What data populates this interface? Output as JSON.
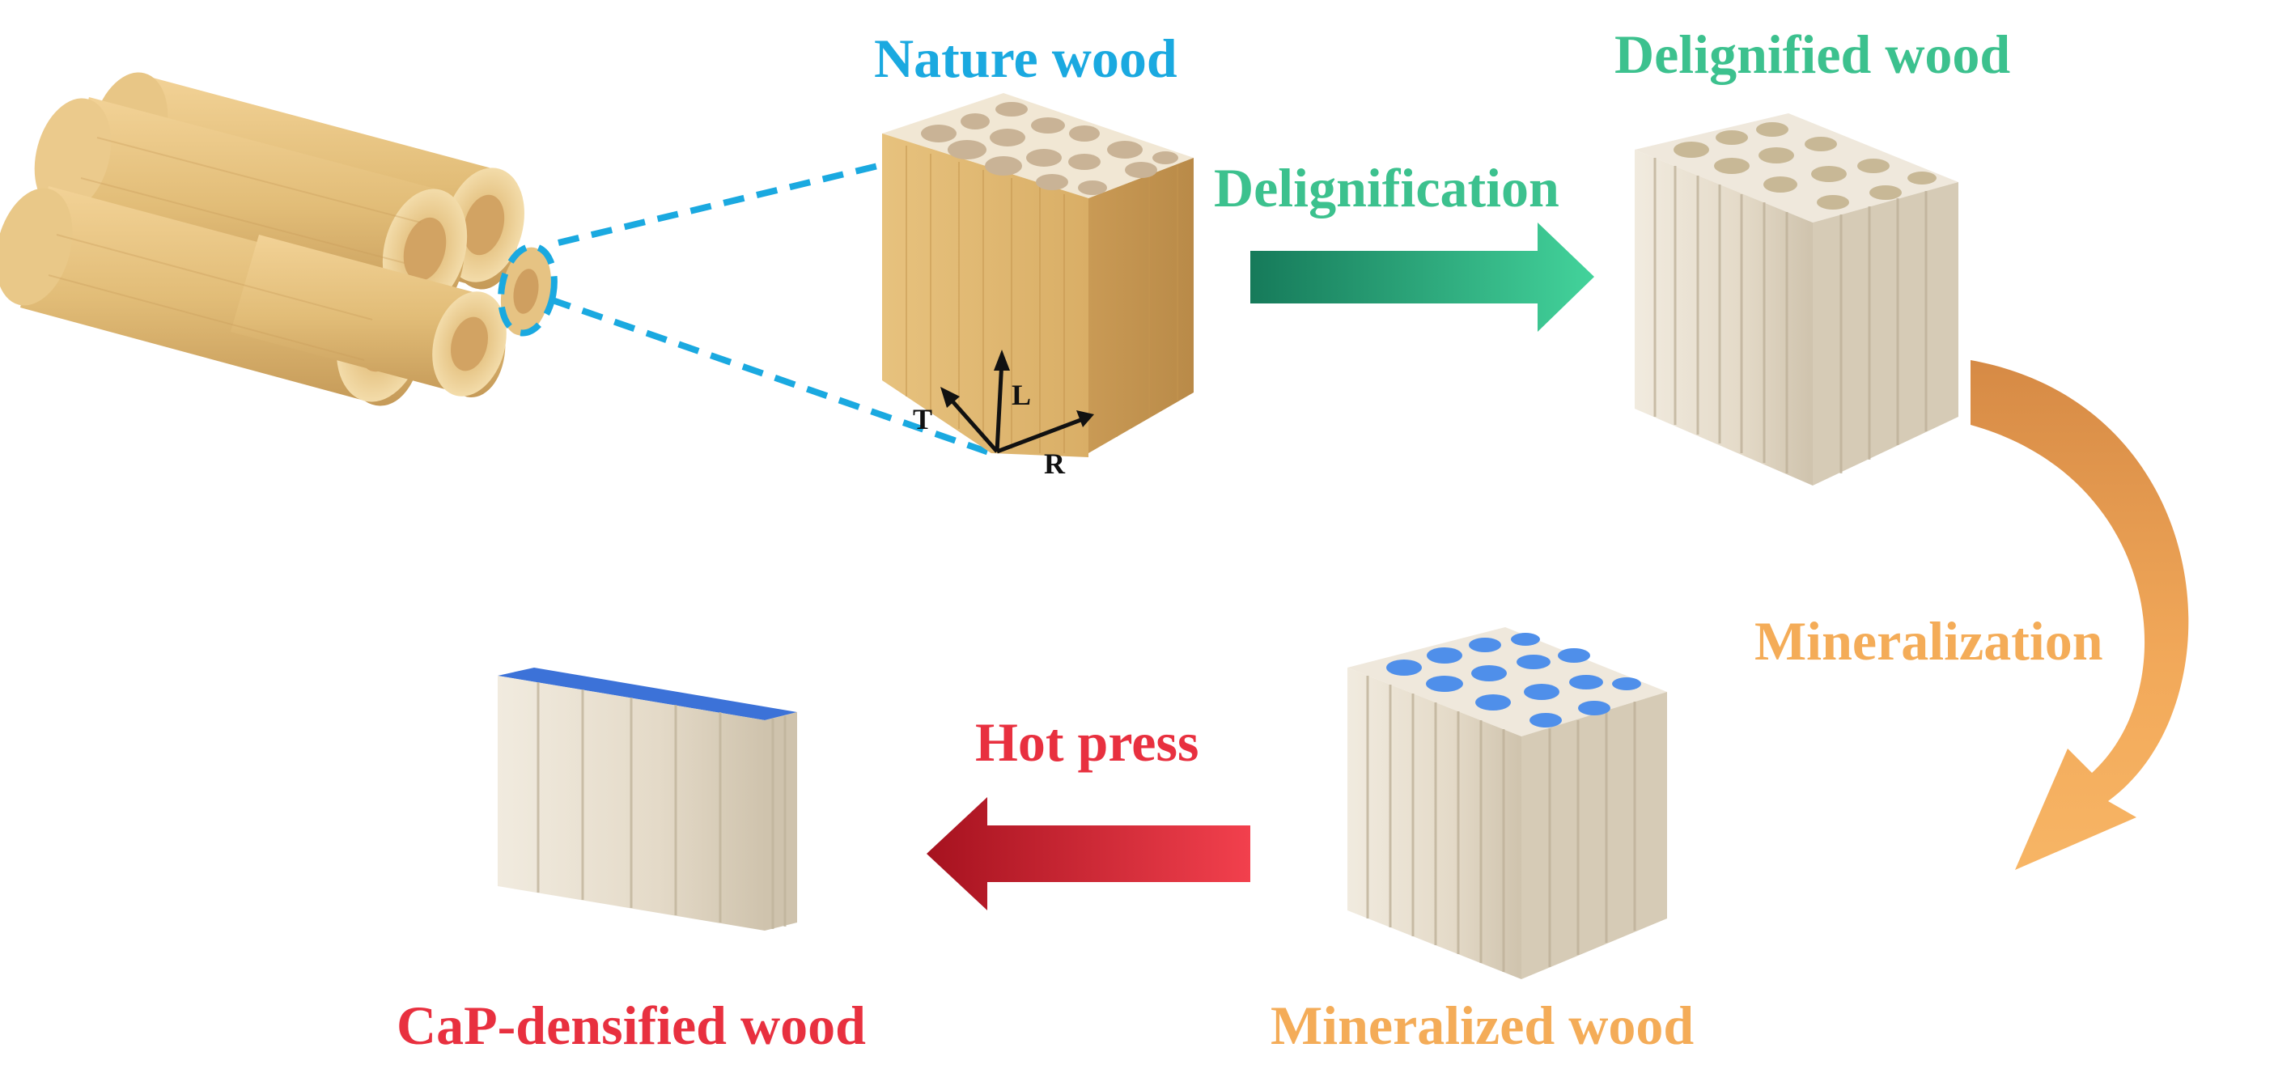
{
  "labels": {
    "nature_wood": "Nature wood",
    "delignified_wood": "Delignified wood",
    "delignification": "Delignification",
    "mineralization": "Mineralization",
    "hot_press": "Hot press",
    "mineralized_wood": "Mineralized wood",
    "cap_densified_wood": "CaP-densified wood"
  },
  "axes": {
    "l": "L",
    "t": "T",
    "r": "R"
  },
  "colors": {
    "nature_wood": "#1aa9e0",
    "delignified_wood": "#3cc18e",
    "delignification": "#3cc18e",
    "mineralization": "#f4ac58",
    "mineralized_wood": "#f4ac58",
    "hot_press": "#e8303f",
    "cap_densified_wood": "#e8303f",
    "wood": "#e2bd78",
    "cellulose": "#e6dccb",
    "mineral": "#4f8fea"
  }
}
